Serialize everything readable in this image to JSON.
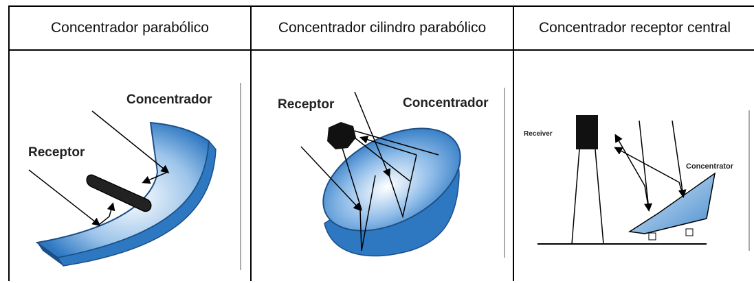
{
  "headers": [
    "Concentrador parabólico",
    "Concentrador cilindro parabólico",
    "Concentrador receptor central"
  ],
  "panel1": {
    "concentrator_label": "Concentrador",
    "receiver_label": "Receptor"
  },
  "panel2": {
    "receiver_label": "Receptor",
    "concentrator_label": "Concentrador"
  },
  "panel3": {
    "receiver_label": "Receiver",
    "concentrator_label": "Concentrator"
  },
  "colors": {
    "mirror_blue": "#2e78c2",
    "mirror_light": "#e9f2fb",
    "line": "#000000"
  }
}
